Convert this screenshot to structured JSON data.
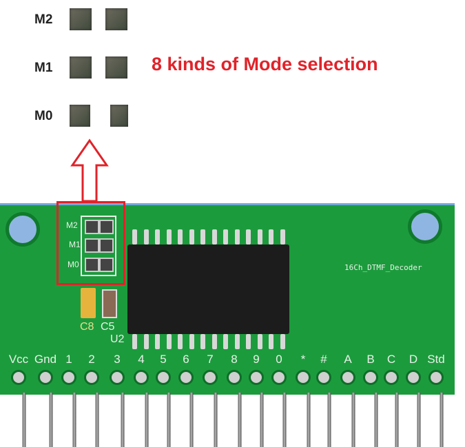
{
  "annotation": {
    "headline": "8 kinds of Mode selection",
    "mode_labels": [
      "M2",
      "M1",
      "M0"
    ],
    "accent_color": "#e0232a"
  },
  "board": {
    "title": "16Ch_DTMF_Decoder",
    "jumper_labels": [
      "M2",
      "M1",
      "M0"
    ],
    "components": [
      "C8",
      "C5",
      "U2"
    ],
    "pin_labels": [
      "Vcc",
      "Gnd",
      "1",
      "2",
      "3",
      "4",
      "5",
      "6",
      "7",
      "8",
      "9",
      "0",
      "*",
      "#",
      "A",
      "B",
      "C",
      "D",
      "Std"
    ]
  }
}
